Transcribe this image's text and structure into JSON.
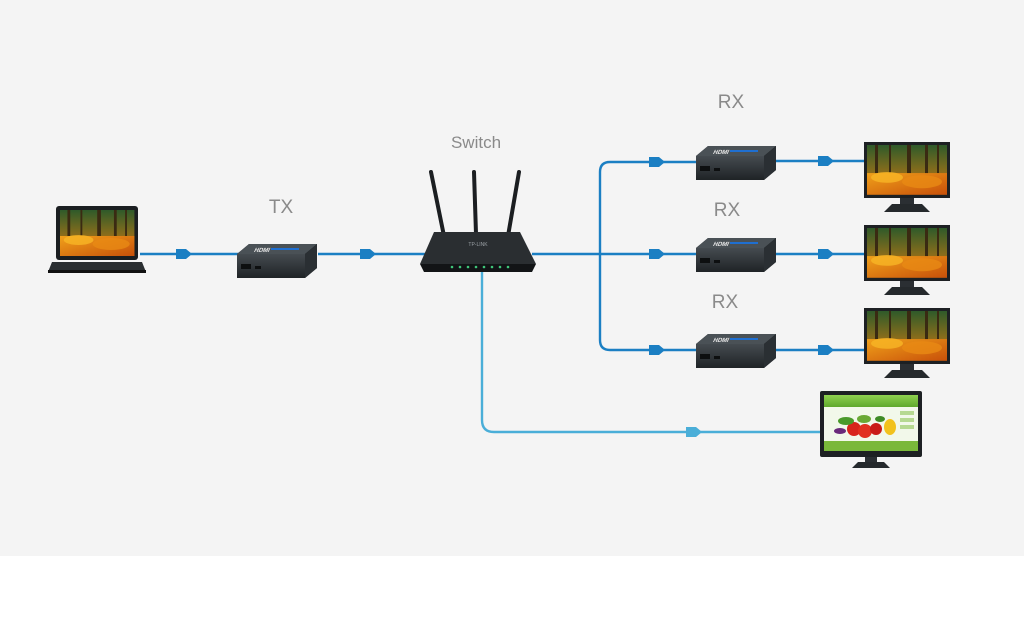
{
  "labels": {
    "tx": "TX",
    "switch": "Switch",
    "rx1": "RX",
    "rx2": "RX",
    "rx3": "RX"
  },
  "device_text": {
    "hdmi": "HDMI",
    "router_brand": "TP-LINK"
  },
  "colors": {
    "background": "#f4f4f4",
    "cable": "#1b7fc3",
    "cable_light": "#4aaed8",
    "device": "#2d3236",
    "label": "#8a8a8a",
    "led": "#3fc77a"
  },
  "icons": {
    "source": "laptop-icon",
    "transmitter": "hdmi-extender-icon",
    "switch": "router-icon",
    "receivers": "hdmi-extender-icon",
    "displays": "monitor-icon",
    "pc_display": "desktop-monitor-icon"
  }
}
